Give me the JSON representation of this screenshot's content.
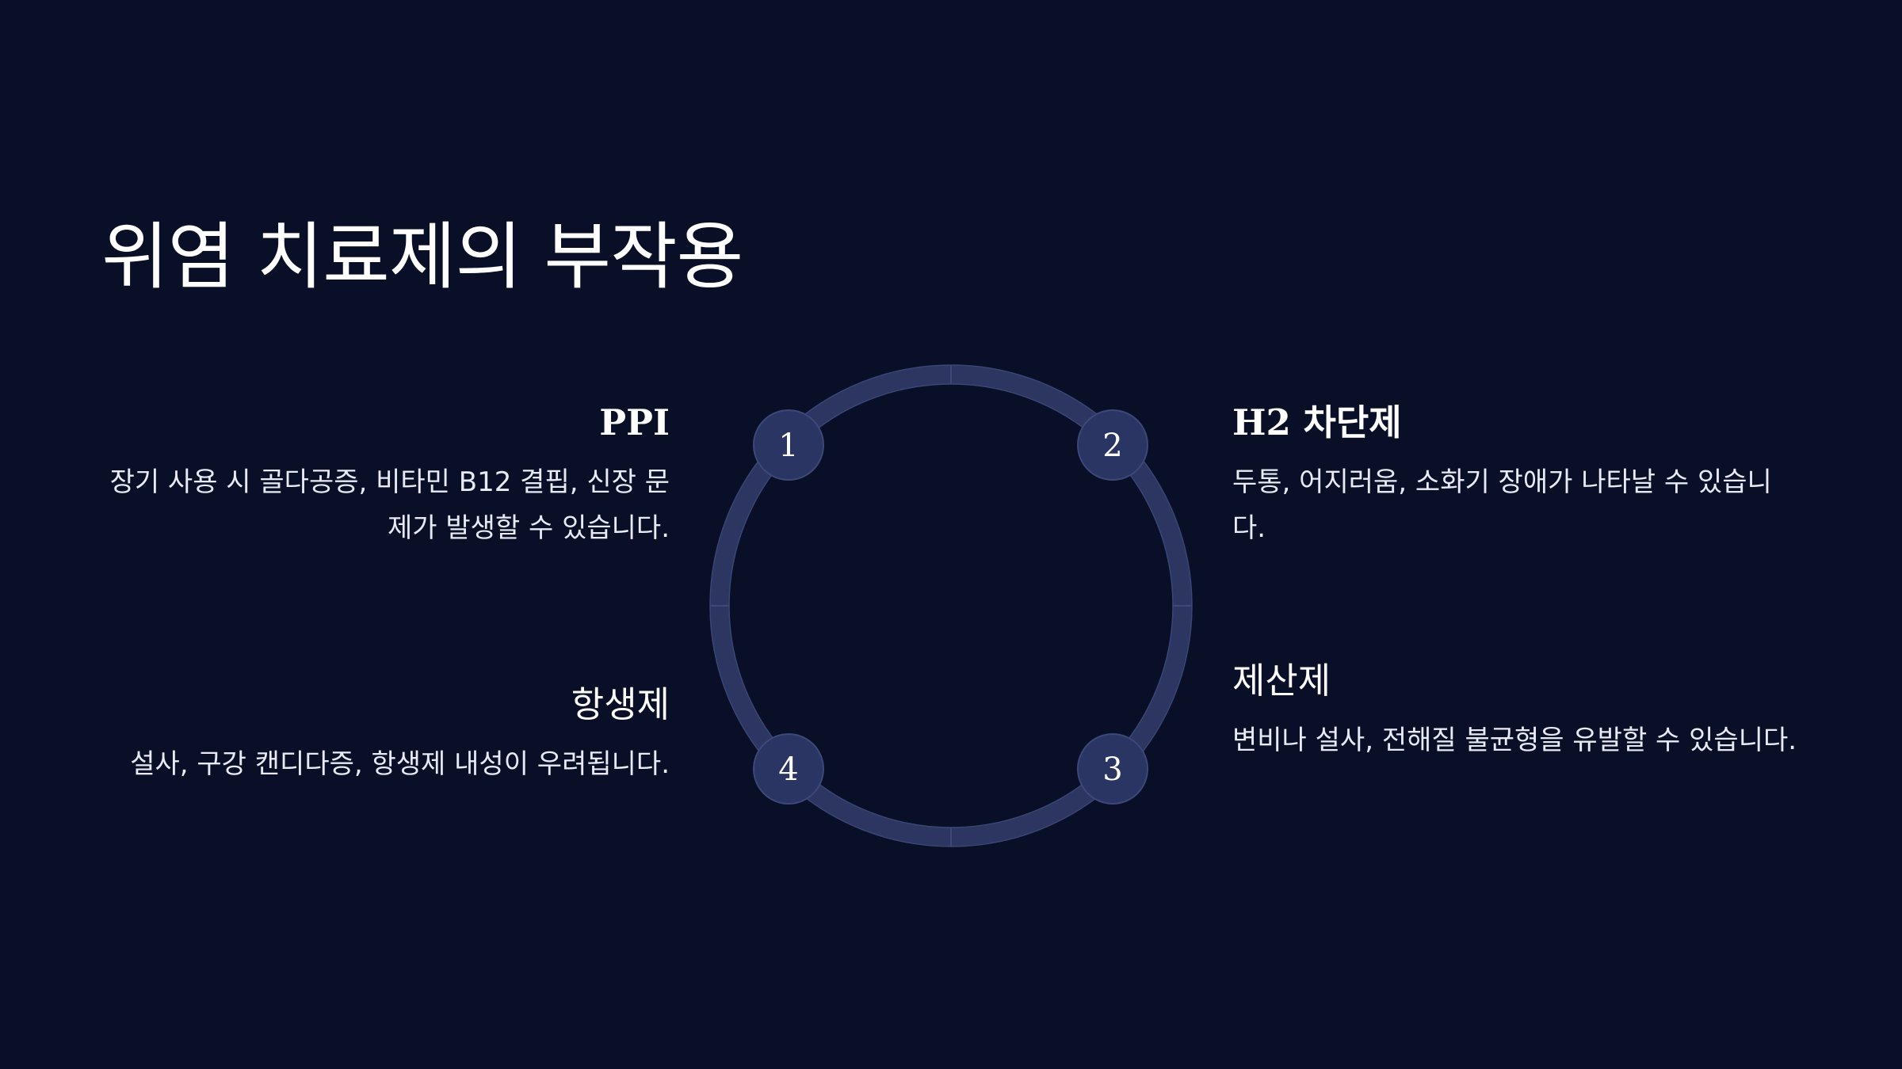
{
  "title": "위염 치료제의 부작용",
  "items": [
    {
      "number": "1",
      "title": "PPI",
      "description": "장기 사용 시 골다공증, 비타민 B12 결핍, 신장 문제가 발생할 수 있습니다."
    },
    {
      "number": "2",
      "title": "H2 차단제",
      "description": "두통, 어지러움, 소화기 장애가 나타날 수 있습니다."
    },
    {
      "number": "3",
      "title": "제산제",
      "description": "변비나 설사, 전해질 불균형을 유발할 수 있습니다."
    },
    {
      "number": "4",
      "title": "항생제",
      "description": "설사, 구강 캔디다증, 항생제 내성이 우려됩니다."
    }
  ],
  "colors": {
    "background": "#080f26",
    "ring": "#2c3660",
    "ring_inner": "#3d4878",
    "badge": "#2b3563",
    "text": "#ffffff"
  }
}
